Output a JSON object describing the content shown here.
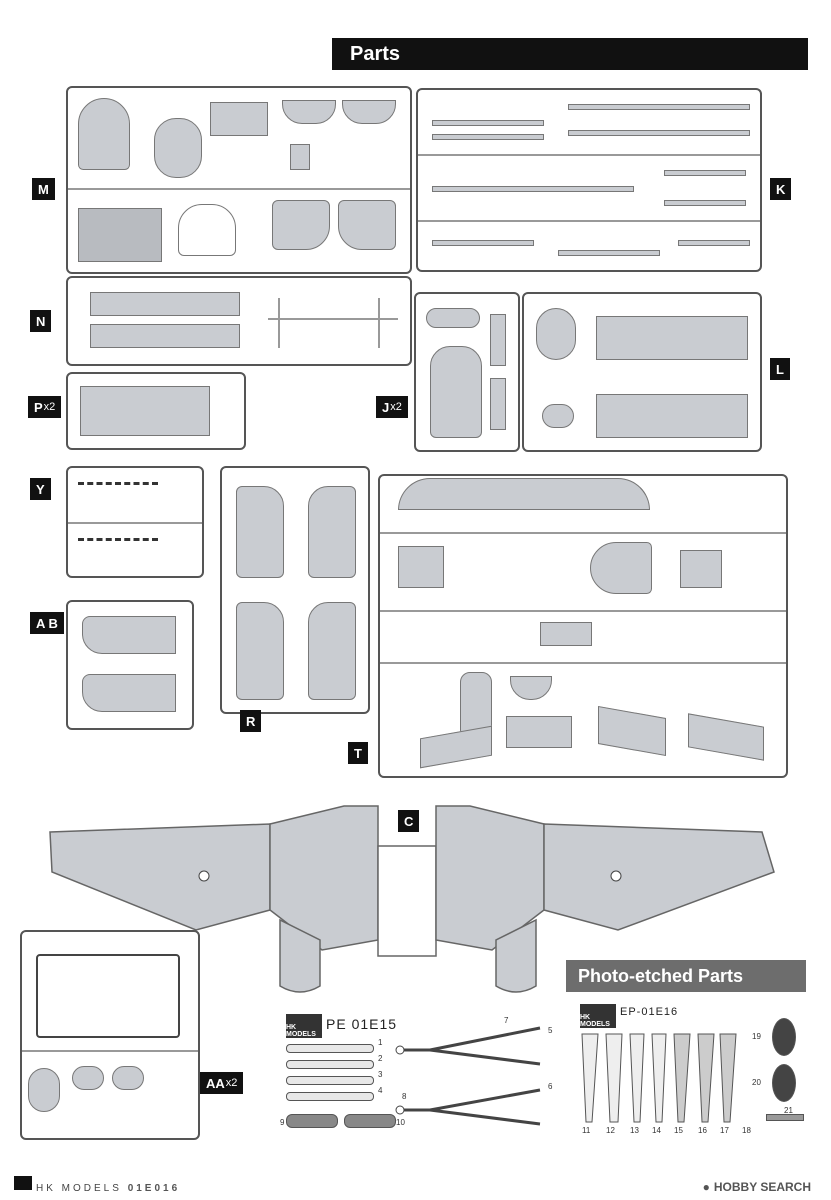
{
  "headers": {
    "parts_title": "Parts",
    "pe_title": "Photo-etched Parts"
  },
  "sprues": {
    "M": "M",
    "K": "K",
    "N": "N",
    "L": "L",
    "P": "P",
    "P_mult": "x2",
    "J": "J",
    "J_mult": "x2",
    "Y": "Y",
    "AB": "A B",
    "R": "R",
    "T": "T",
    "C": "C",
    "AA": "AA",
    "AA_mult": "x2"
  },
  "pe_sheet_1": {
    "code": "PE 01E15",
    "logo_text": "HK MODELS",
    "numbers": [
      "1",
      "2",
      "3",
      "4",
      "5",
      "6",
      "7",
      "8",
      "9",
      "10"
    ]
  },
  "pe_sheet_2": {
    "code": "EP-01E16",
    "logo_text": "HK MODELS",
    "numbers": [
      "11",
      "12",
      "13",
      "14",
      "15",
      "16",
      "17",
      "18",
      "19",
      "20",
      "21"
    ]
  },
  "footer": {
    "brand": "HK MODELS",
    "code": "01E016",
    "watermark": "HOBBY SEARCH"
  },
  "colors": {
    "part_gray": "#c9ccd1",
    "banner_black": "#111111",
    "banner_gray": "#6d6d6d"
  }
}
